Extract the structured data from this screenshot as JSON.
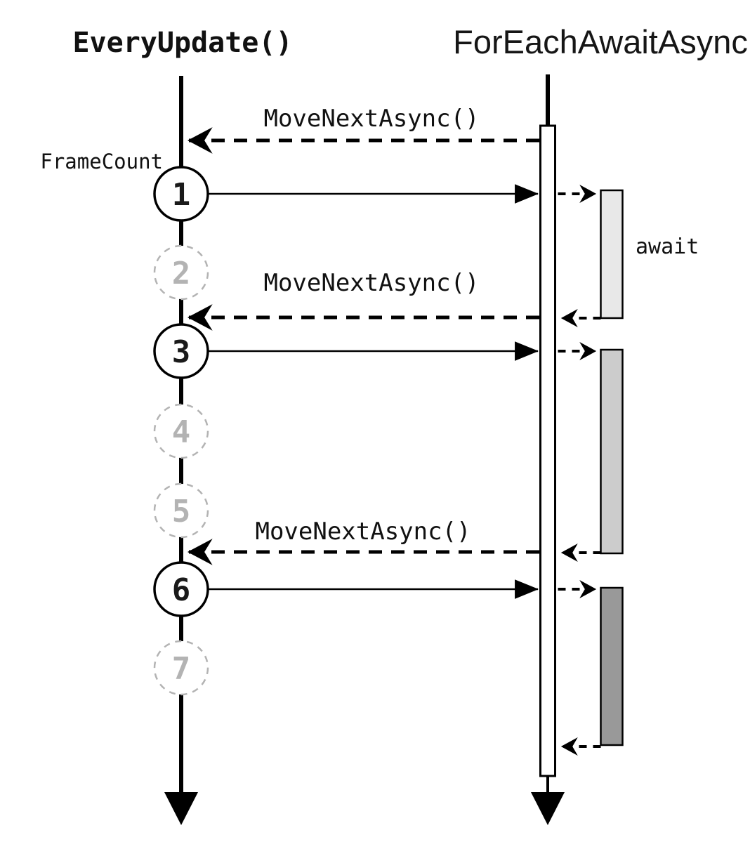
{
  "diagram": {
    "title_left": "EveryUpdate()",
    "title_right": "ForEachAwaitAsync",
    "frame_count_label": "FrameCount",
    "await_label": "await",
    "messages": [
      {
        "label": "MoveNextAsync()"
      },
      {
        "label": "MoveNextAsync()"
      },
      {
        "label": "MoveNextAsync()"
      }
    ],
    "frames": [
      {
        "number": "1",
        "active": true
      },
      {
        "number": "2",
        "active": false
      },
      {
        "number": "3",
        "active": true
      },
      {
        "number": "4",
        "active": false
      },
      {
        "number": "5",
        "active": false
      },
      {
        "number": "6",
        "active": true
      },
      {
        "number": "7",
        "active": false
      }
    ],
    "colors": {
      "line": "#000000",
      "inactive": "#b3b3b3",
      "activation_bar_fill": "#ffffff",
      "await_fills": [
        "#e8e8e8",
        "#cccccc",
        "#999999"
      ]
    }
  }
}
